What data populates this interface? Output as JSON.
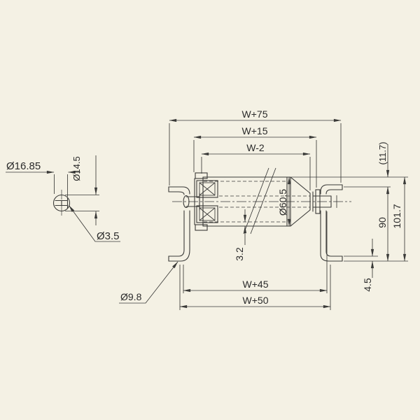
{
  "title": "Roller conveyor cross-section technical drawing",
  "colors": {
    "background": "#f4f1e4",
    "line": "#3a3a38",
    "text": "#2b2b2b"
  },
  "dimensions": {
    "top": {
      "overall_width": "W+75",
      "inner_width": "W+15",
      "roller_face_width": "W-2"
    },
    "bottom": {
      "frame_web_width": "W+45",
      "frame_outer_width": "W+50"
    },
    "right": {
      "roller_above_frame": "(11.7)",
      "frame_height": "90",
      "overall_height": "101.7",
      "flange_thickness": "4.5"
    },
    "roller": {
      "diameter": "Ø60.5",
      "wall_thickness": "3.2"
    },
    "shaft_detail": {
      "outer_diameter": "Ø16.85",
      "across_flats": "Ø14.5",
      "slot_width": "Ø3.5"
    },
    "frame": {
      "hole_diameter": "Ø9.8"
    }
  }
}
